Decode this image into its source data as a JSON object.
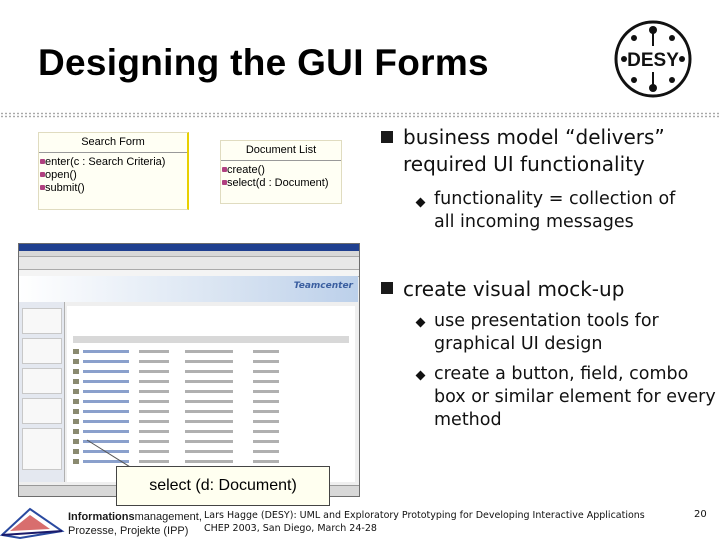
{
  "title": "Designing the GUI Forms",
  "logo": {
    "text": "DESY"
  },
  "uml_search_form": {
    "name": "Search Form",
    "ops": [
      "enter(c : Search Criteria)",
      "open()",
      "submit()"
    ]
  },
  "uml_document_list": {
    "name": "Document List",
    "ops": [
      "create()",
      "select(d : Document)"
    ]
  },
  "screenshot": {
    "app_name": "Teamcenter"
  },
  "callout": "select (d: Document)",
  "bullets": [
    {
      "text": "business model “delivers” required UI functionality",
      "sub": [
        "functionality = collection of all incoming messages"
      ]
    },
    {
      "text": "create visual mock-up",
      "sub": [
        "use presentation tools for graphical UI design",
        "create a button, field, combo box or similar element for every method"
      ]
    }
  ],
  "institute": {
    "line1_bold": "Informations",
    "line1_rest": "management,",
    "line2": "Prozesse, Projekte (IPP)"
  },
  "footer": {
    "line1": "Lars Hagge (DESY): UML and Exploratory Prototyping for Developing Interactive Applications",
    "line2": "CHEP 2003, San Diego, March 24-28"
  },
  "page_number": "20",
  "colors": {
    "bullet": "#1a1a1a",
    "uml_bg": "#fffff4",
    "callout_bg": "#fffff0"
  }
}
